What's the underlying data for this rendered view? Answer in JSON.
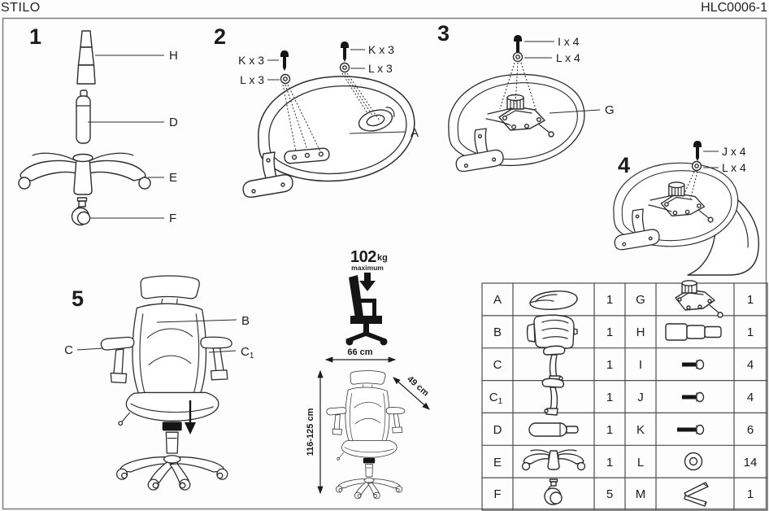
{
  "header": {
    "title": "STILO",
    "code": "HLC0006-1"
  },
  "steps": {
    "s1": {
      "number": "1",
      "labels": {
        "h": "H",
        "d": "D",
        "e": "E",
        "f": "F"
      }
    },
    "s2": {
      "number": "2",
      "labels": {
        "k_left": "K x 3",
        "l_left": "L x 3",
        "k_right": "K x 3",
        "l_right": "L x 3",
        "a": "A"
      }
    },
    "s3": {
      "number": "3",
      "labels": {
        "i": "I x 4",
        "l": "L x 4",
        "g": "G"
      }
    },
    "s4": {
      "number": "4",
      "labels": {
        "j": "J x 4",
        "l": "L x 4"
      }
    },
    "s5": {
      "number": "5",
      "labels": {
        "b": "B",
        "c": "C",
        "c1_base": "C",
        "c1_sub": "1"
      }
    }
  },
  "weight_limit": {
    "value": "102",
    "unit": "kg",
    "note": "maximum"
  },
  "dimensions": {
    "width": "66 cm",
    "depth": "49 cm",
    "height": "116-125 cm"
  },
  "parts_table": {
    "rows": [
      {
        "l_letter": "A",
        "l_sub": "",
        "l_icon": "seat-icon",
        "l_qty": "1",
        "r_letter": "G",
        "r_icon": "tilt-mechanism-icon",
        "r_qty": "1"
      },
      {
        "l_letter": "B",
        "l_sub": "",
        "l_icon": "backrest-icon",
        "l_qty": "1",
        "r_letter": "H",
        "r_icon": "telescopic-cover-icon",
        "r_qty": "1"
      },
      {
        "l_letter": "C",
        "l_sub": "",
        "l_icon": "armrest-icon",
        "l_qty": "1",
        "r_letter": "I",
        "r_icon": "bolt-short-icon",
        "r_qty": "4"
      },
      {
        "l_letter": "C",
        "l_sub": "1",
        "l_icon": "armrest-mirrored-icon",
        "l_qty": "1",
        "r_letter": "J",
        "r_icon": "bolt-medium-icon",
        "r_qty": "4"
      },
      {
        "l_letter": "D",
        "l_sub": "",
        "l_icon": "gas-lift-icon",
        "l_qty": "1",
        "r_letter": "K",
        "r_icon": "bolt-long-icon",
        "r_qty": "6"
      },
      {
        "l_letter": "E",
        "l_sub": "",
        "l_icon": "five-star-base-icon",
        "l_qty": "1",
        "r_letter": "L",
        "r_icon": "washer-icon",
        "r_qty": "14"
      },
      {
        "l_letter": "F",
        "l_sub": "",
        "l_icon": "caster-icon",
        "l_qty": "5",
        "r_letter": "M",
        "r_icon": "allen-key-icon",
        "r_qty": "1"
      }
    ]
  }
}
